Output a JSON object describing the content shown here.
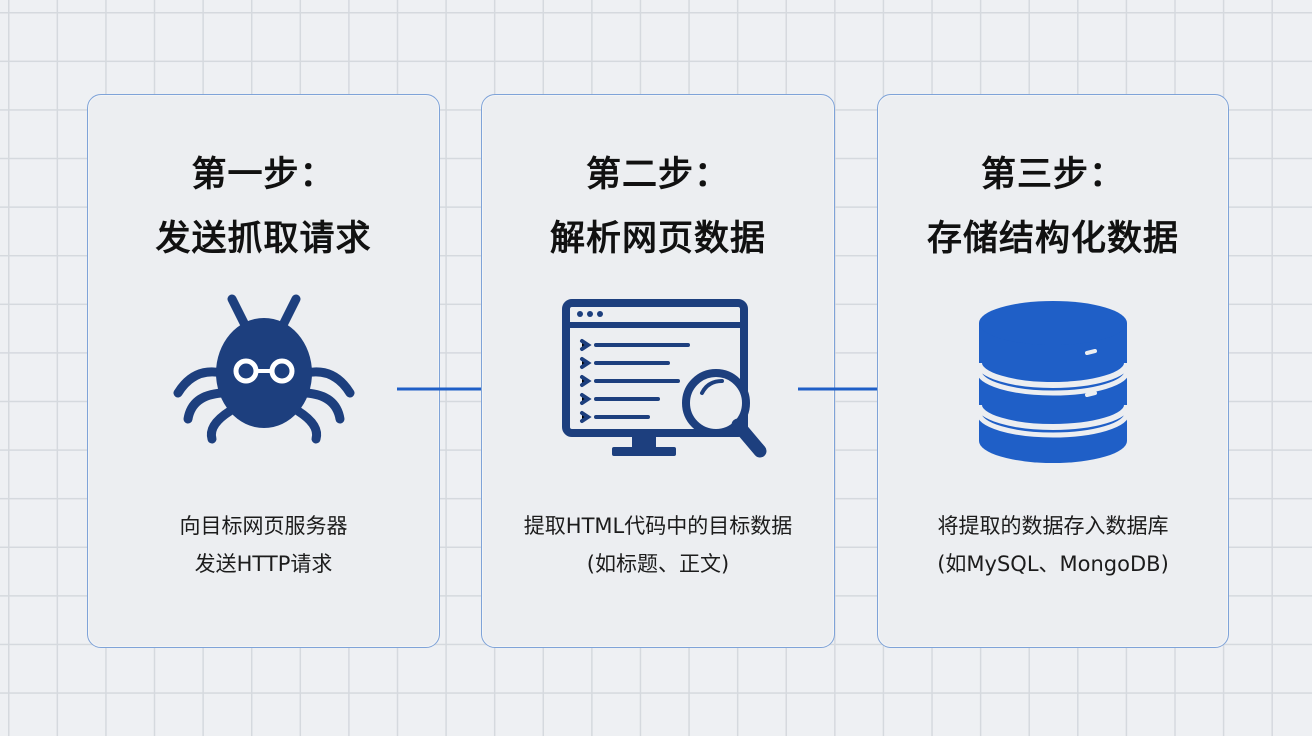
{
  "steps": [
    {
      "title_line1": "第一步：",
      "title_line2": "发送抓取请求",
      "icon": "spider-bug-icon",
      "desc_line1": "向目标网页服务器",
      "desc_line2": "发送HTTP请求"
    },
    {
      "title_line1": "第二步：",
      "title_line2": "解析网页数据",
      "icon": "monitor-magnifier-icon",
      "desc_line1": "提取HTML代码中的目标数据",
      "desc_line2": "(如标题、正文)"
    },
    {
      "title_line1": "第三步：",
      "title_line2": "存储结构化数据",
      "icon": "database-icon",
      "desc_line1": "将提取的数据存入数据库",
      "desc_line2": "(如MySQL、MongoDB)"
    }
  ],
  "connectors": [
    "arrow-right-icon",
    "arrow-right-icon"
  ],
  "colors": {
    "navy": "#1d3f7e",
    "blue": "#1f5fc7",
    "card_border": "#7fa3d8",
    "grid": "#d5d9de",
    "background": "#eef0f3"
  }
}
